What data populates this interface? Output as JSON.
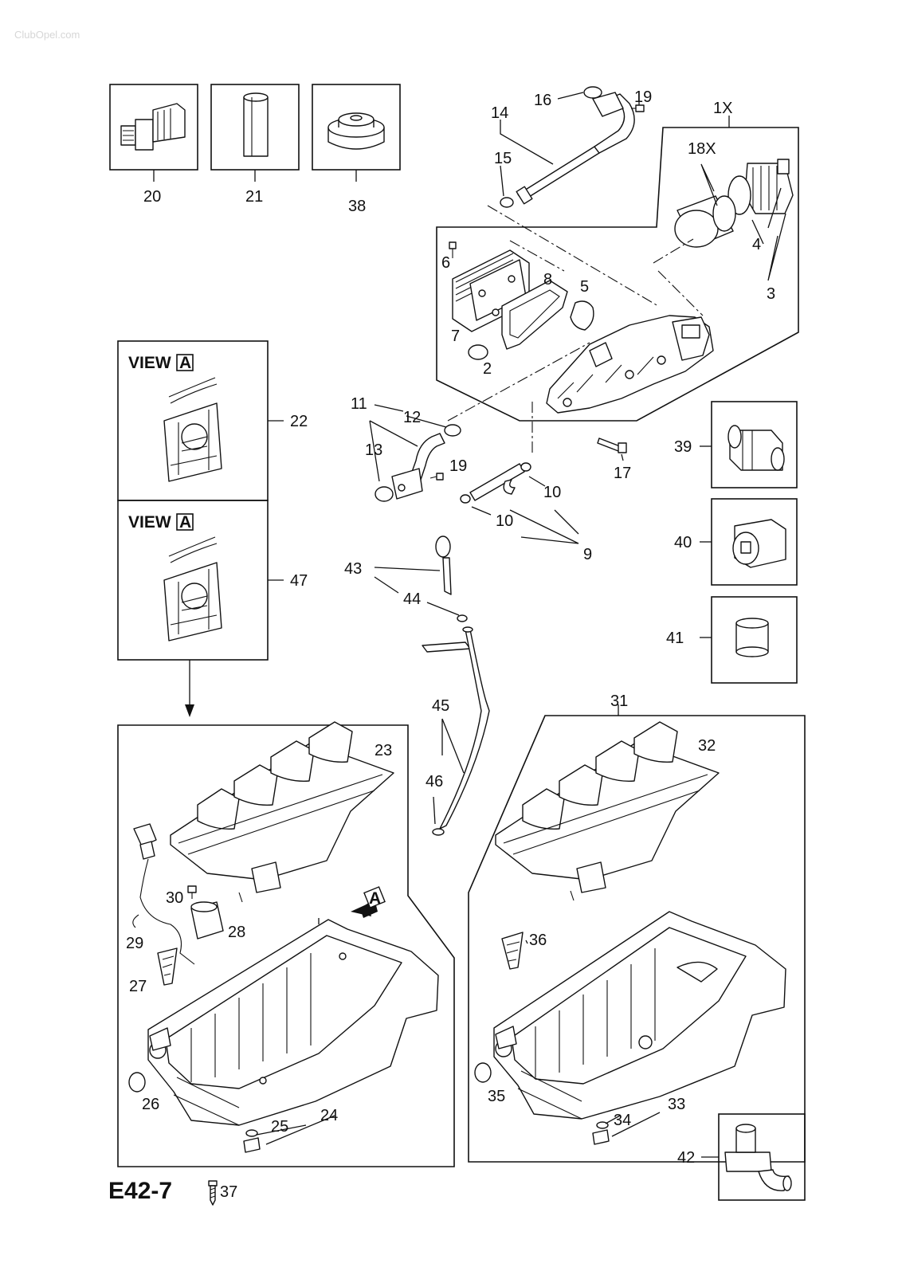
{
  "watermark": "ClubOpel.com",
  "diagram_code": "E42-7",
  "footnote_number": "37",
  "view_label": "VIEW",
  "view_marker": "A",
  "callouts": {
    "c1x": "1X",
    "c18x": "18X",
    "c2": "2",
    "c3": "3",
    "c4": "4",
    "c5": "5",
    "c6": "6",
    "c7": "7",
    "c8": "8",
    "c9": "9",
    "c10a": "10",
    "c10b": "10",
    "c11": "11",
    "c12": "12",
    "c13": "13",
    "c14": "14",
    "c15": "15",
    "c16": "16",
    "c17": "17",
    "c19a": "19",
    "c19b": "19",
    "c20": "20",
    "c21": "21",
    "c22": "22",
    "c23": "23",
    "c24": "24",
    "c25": "25",
    "c26": "26",
    "c27": "27",
    "c28": "28",
    "c29": "29",
    "c30": "30",
    "c31": "31",
    "c32": "32",
    "c33": "33",
    "c34": "34",
    "c35": "35",
    "c36": "36",
    "c38": "38",
    "c39": "39",
    "c40": "40",
    "c41": "41",
    "c42": "42",
    "c43": "43",
    "c44": "44",
    "c45": "45",
    "c46": "46",
    "c47": "47"
  }
}
